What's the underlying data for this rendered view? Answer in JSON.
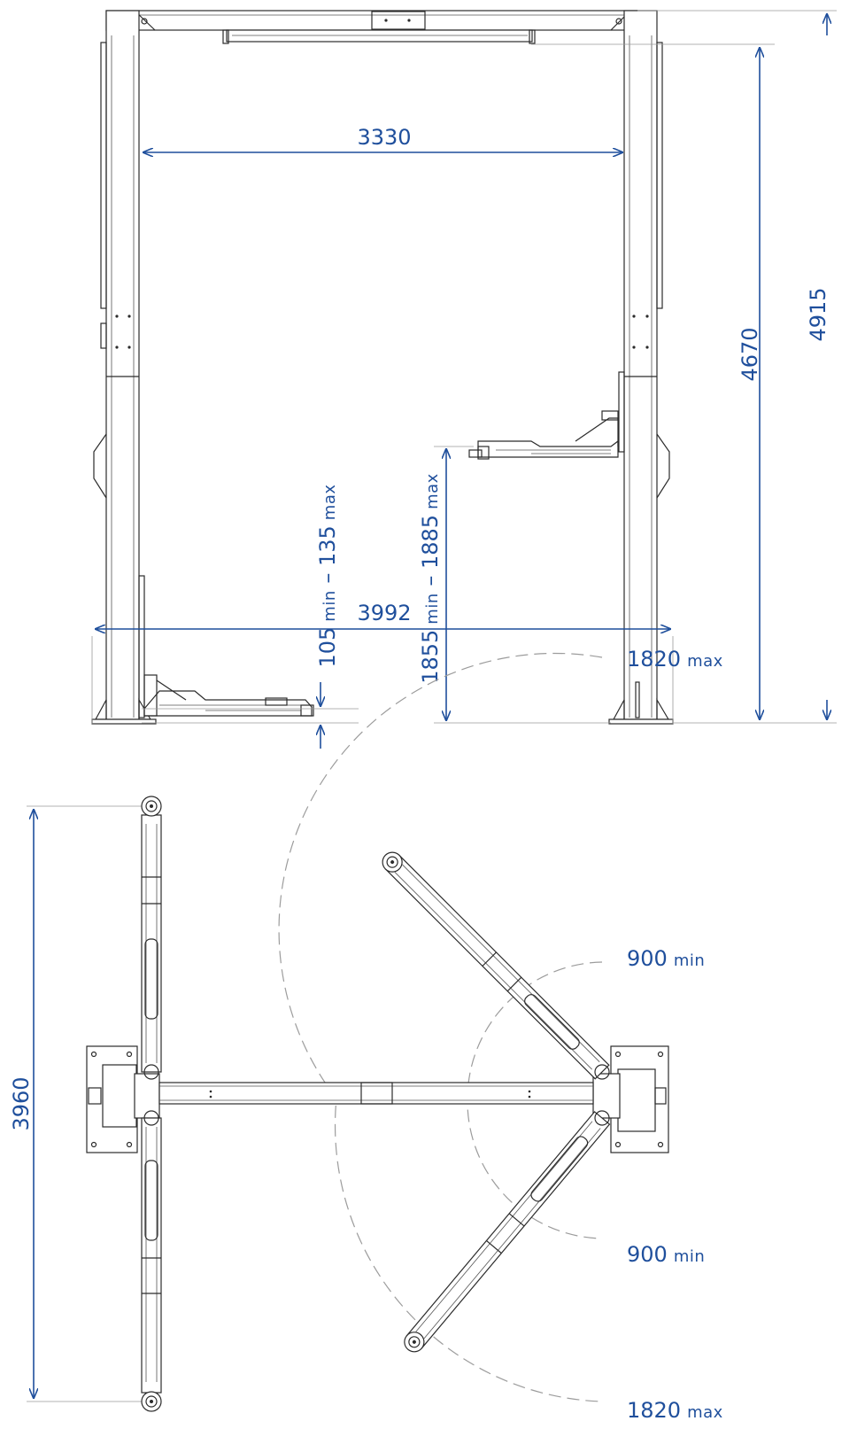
{
  "colors": {
    "dimension": "#1f4f9c",
    "drawing": "#2b2b2b",
    "arc": "#9c9c9c"
  },
  "front_view": {
    "inner_width": "3330",
    "outer_width": "3992",
    "column_height": "4670",
    "overall_height": "4915",
    "low_pickup": {
      "num1": "105",
      "unit1": "min",
      "sep": " – ",
      "num2": "135",
      "unit2": "max"
    },
    "high_pickup": {
      "num1": "1855",
      "unit1": "min",
      "sep": " – ",
      "num2": "1885",
      "unit2": "max"
    }
  },
  "top_view": {
    "overall_depth": "3960",
    "arc_labels": [
      {
        "num": "1820",
        "unit": "max"
      },
      {
        "num": "900",
        "unit": "min"
      },
      {
        "num": "900",
        "unit": "min"
      },
      {
        "num": "1820",
        "unit": "max"
      }
    ]
  }
}
